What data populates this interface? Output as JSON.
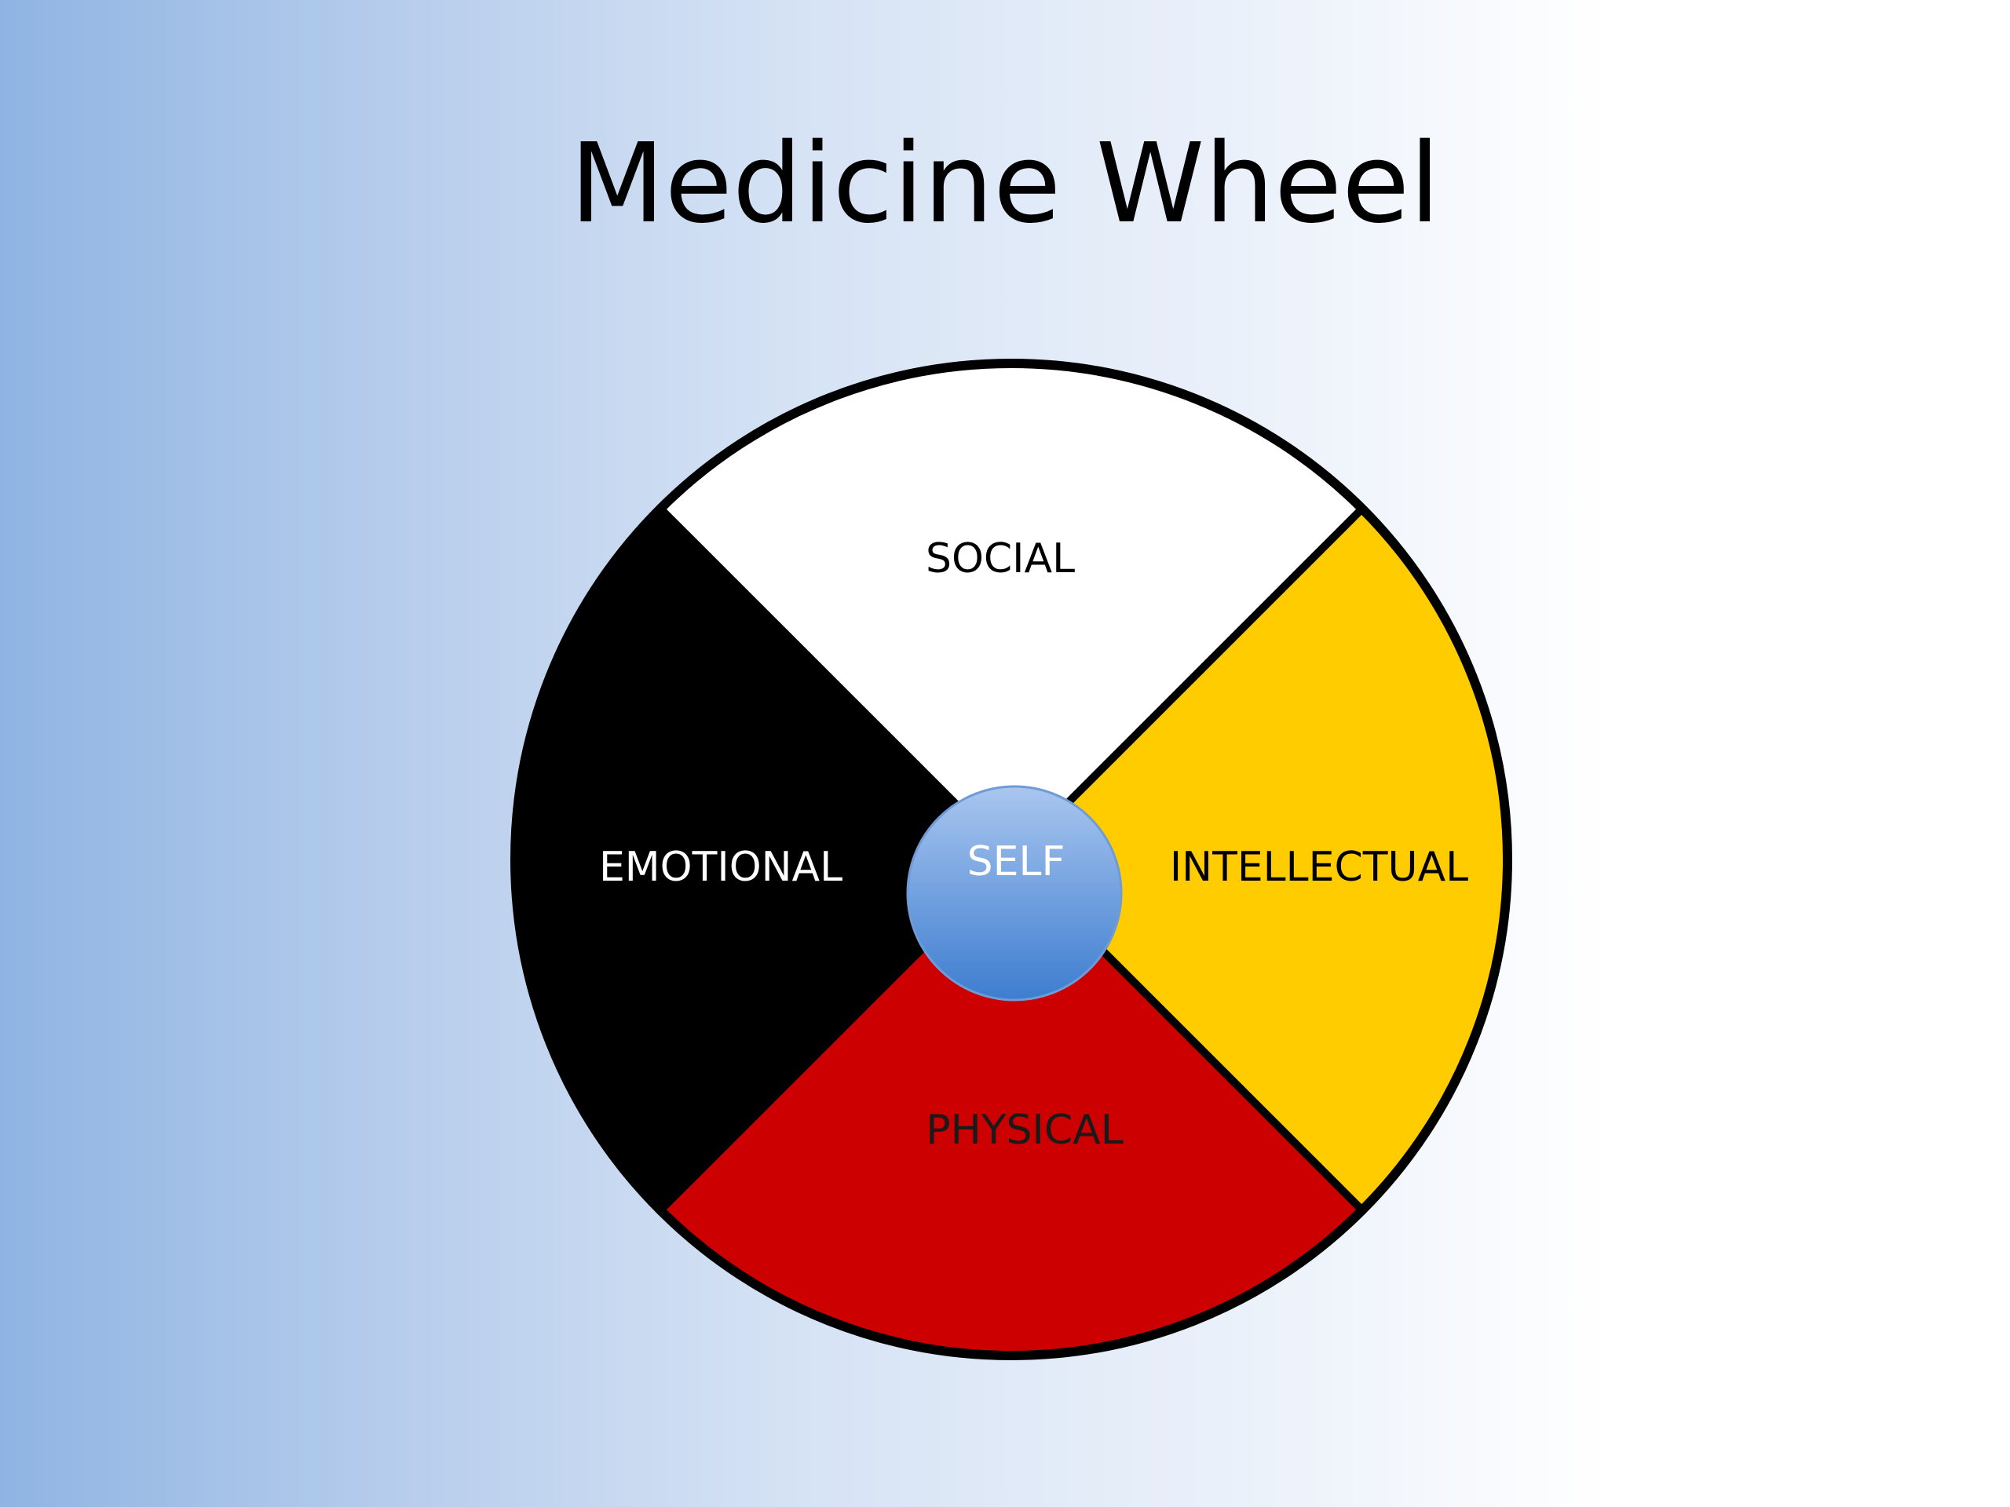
{
  "title": "Medicine Wheel",
  "wheel": {
    "center_label": "SELF",
    "quadrants": [
      {
        "id": "social",
        "label": "SOCIAL",
        "fill": "#ffffff",
        "text_color": "#000000"
      },
      {
        "id": "intellectual",
        "label": "INTELLECTUAL",
        "fill": "#ffcc00",
        "text_color": "#000000"
      },
      {
        "id": "physical",
        "label": "PHYSICAL",
        "fill": "#cc0000",
        "text_color": "#1a1a1a"
      },
      {
        "id": "emotional",
        "label": "EMOTIONAL",
        "fill": "#000000",
        "text_color": "#ffffff"
      }
    ],
    "outline_color": "#000000",
    "center_color_top": "#a9c6ef",
    "center_color_bottom": "#3d7dd0"
  }
}
